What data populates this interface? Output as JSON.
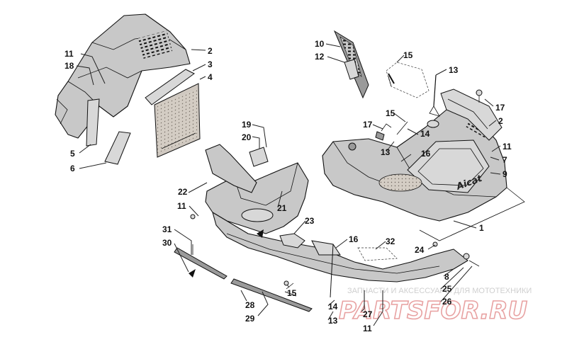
{
  "callouts": {
    "c1": "1",
    "c2a": "2",
    "c2b": "2",
    "c3": "3",
    "c4": "4",
    "c5": "5",
    "c6": "6",
    "c7": "7",
    "c8": "8",
    "c9": "9",
    "c10": "10",
    "c11a": "11",
    "c11b": "11",
    "c11c": "11",
    "c11d": "11",
    "c12": "12",
    "c13a": "13",
    "c13b": "13",
    "c13c": "13",
    "c14a": "14",
    "c14b": "14",
    "c15a": "15",
    "c15b": "15",
    "c15c": "15",
    "c16a": "16",
    "c16b": "16",
    "c17a": "17",
    "c17b": "17",
    "c18": "18",
    "c19": "19",
    "c20": "20",
    "c21": "21",
    "c22": "22",
    "c23": "23",
    "c24": "24",
    "c25": "25",
    "c26": "26",
    "c27": "27",
    "c28": "28",
    "c29": "29",
    "c30": "30",
    "c31": "31",
    "c32": "32"
  },
  "hood_decal_text": "Aicat",
  "watermark": {
    "tagline": "ЗАПЧАСТИ И АКСЕССУАРЫ ДЛЯ МОТОТЕХНИКИ",
    "brand": "PARTSFOR.RU"
  }
}
